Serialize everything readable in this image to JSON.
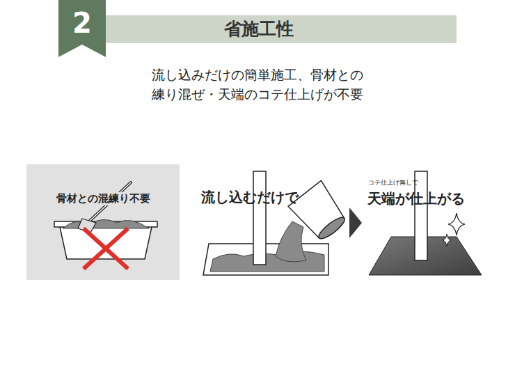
{
  "diagram": {
    "title": "省施工性",
    "nodes": [
      {
        "text": [
          "骨材との混練り不要"
        ]
      }
    ],
    "labels": [
      "2",
      "流し込みだけの簡単施工、骨材との 練り混ぜ・天端のコテ仕上げが不要",
      "流し込むだけで",
      "コテ仕上げ無しで",
      "天端が仕上がる"
    ]
  }
}
